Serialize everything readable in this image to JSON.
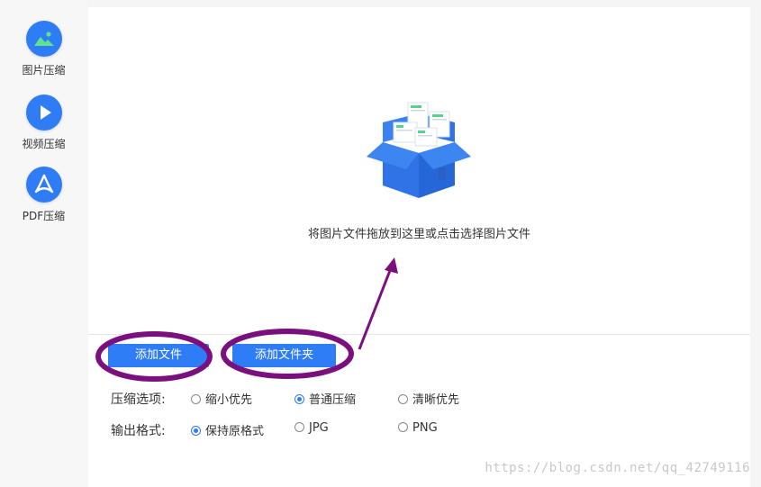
{
  "sidebar": {
    "items": [
      {
        "label": "图片压缩",
        "icon": "image-icon",
        "active": true
      },
      {
        "label": "视频压缩",
        "icon": "play-icon",
        "active": false
      },
      {
        "label": "PDF压缩",
        "icon": "pdf-icon",
        "active": false
      }
    ]
  },
  "drop_zone": {
    "text": "将图片文件拖放到这里或点击选择图片文件",
    "icon": "open-box-icon"
  },
  "actions": {
    "add_file_label": "添加文件",
    "add_folder_label": "添加文件夹"
  },
  "compress_options": {
    "label": "压缩选项:",
    "options": [
      {
        "label": "缩小优先",
        "selected": false
      },
      {
        "label": "普通压缩",
        "selected": true
      },
      {
        "label": "清晰优先",
        "selected": false
      }
    ]
  },
  "output_format": {
    "label": "输出格式:",
    "options": [
      {
        "label": "保持原格式",
        "selected": true
      },
      {
        "label": "JPG",
        "selected": false
      },
      {
        "label": "PNG",
        "selected": false
      }
    ]
  },
  "watermark": "https://blog.csdn.net/qq_42749116",
  "colors": {
    "accent": "#2e7cf6",
    "annotation": "#7b0f7e",
    "main_bg": "#ffffff",
    "page_bg": "#f5f5f5"
  }
}
